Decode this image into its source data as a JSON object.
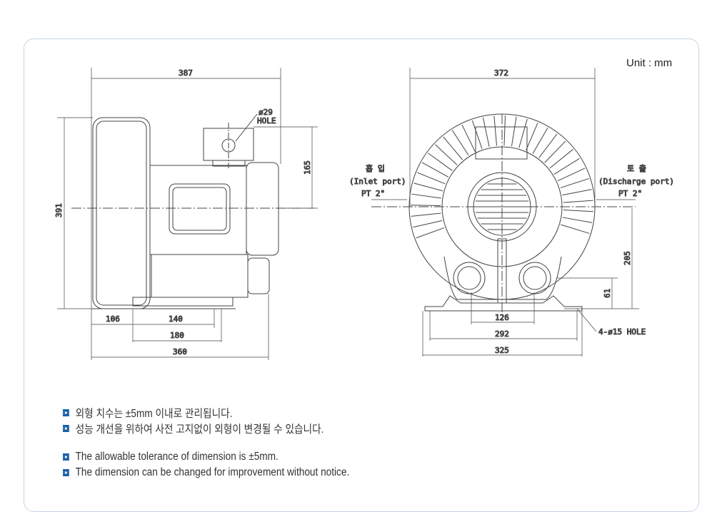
{
  "unit_label": "Unit : mm",
  "side_view": {
    "dim_width_top": "387",
    "dim_height": "391",
    "dim_hole_height": "165",
    "hole_label_1": "ø29",
    "hole_label_2": "HOLE",
    "dim_106": "106",
    "dim_140": "140",
    "dim_180": "180",
    "dim_360": "360"
  },
  "front_view": {
    "dim_width_top": "372",
    "inlet_ko": "흡 입",
    "inlet_en": "(Inlet port)",
    "inlet_size": "PT 2\"",
    "discharge_ko": "토 출",
    "discharge_en": "(Discharge port)",
    "discharge_size": "PT 2\"",
    "dim_205": "205",
    "dim_61": "61",
    "dim_126": "126",
    "dim_292": "292",
    "dim_325": "325",
    "mount_hole": "4-ø15 HOLE"
  },
  "notes": [
    "외형 치수는 ±5mm 이내로 관리됩니다.",
    "성능 개선을 위하여 사전 고지없이 외형이 변경될 수 있습니다.",
    "The allowable tolerance of dimension is ±5mm.",
    "The dimension can be changed for improvement without notice."
  ]
}
